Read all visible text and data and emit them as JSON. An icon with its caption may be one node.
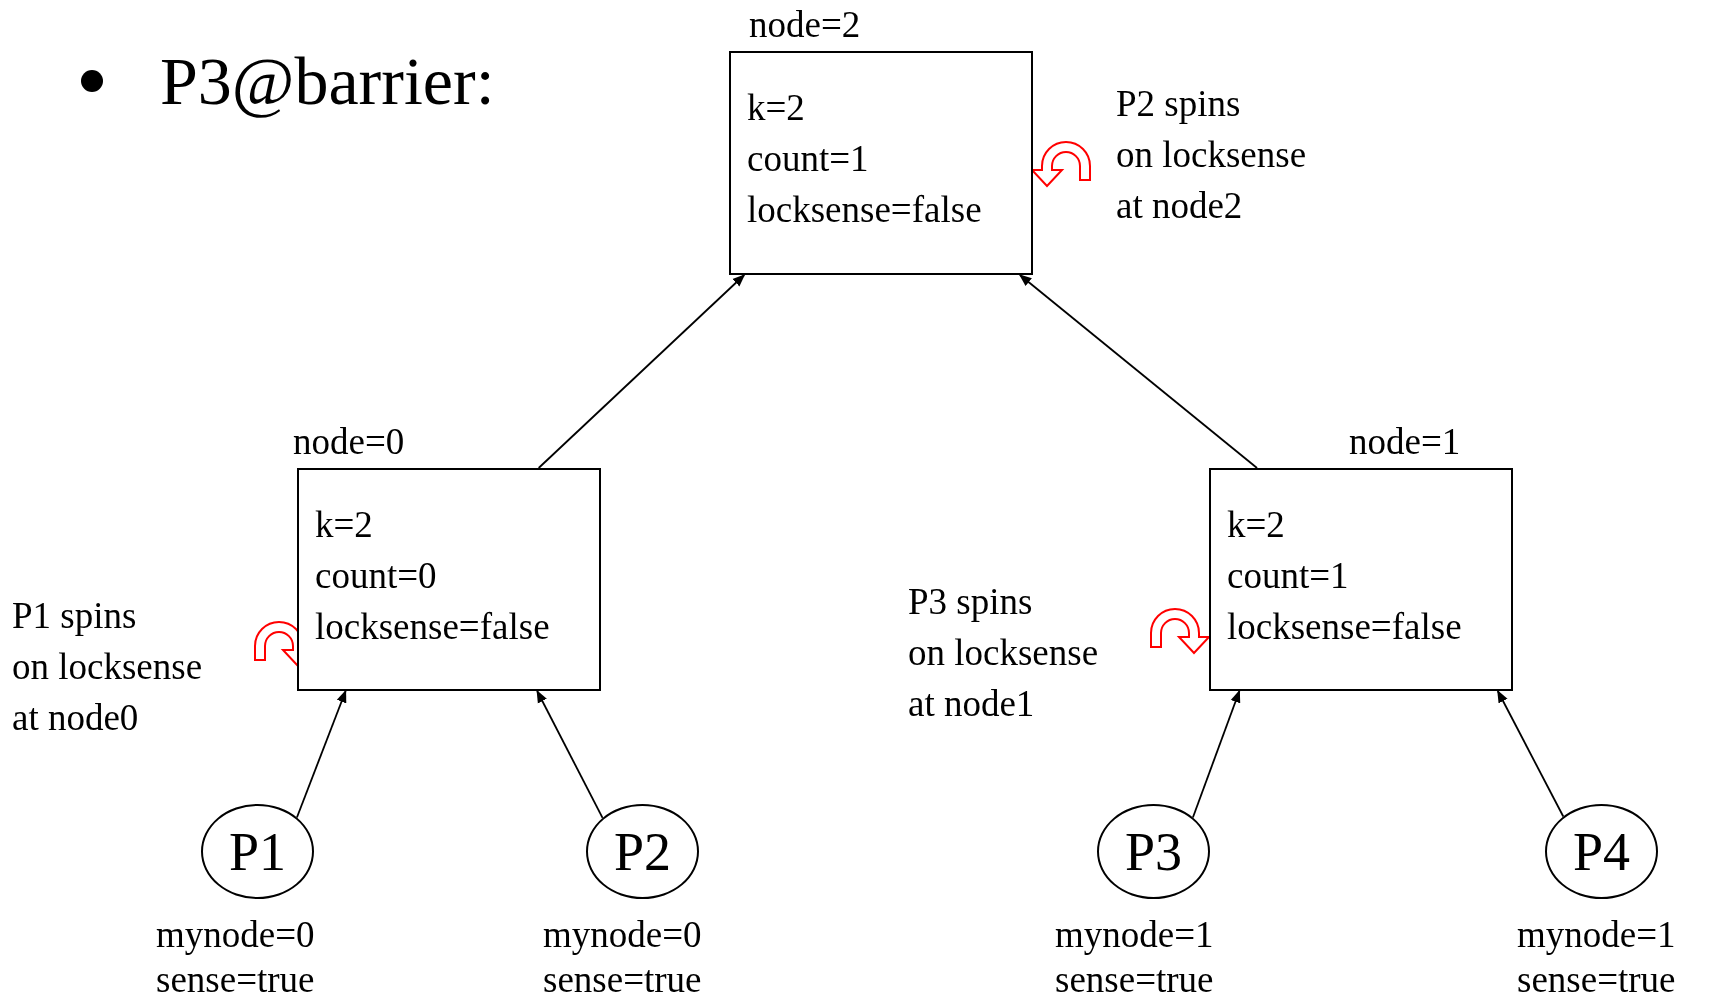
{
  "diagram": {
    "title": "P3@barrier:",
    "nodes": [
      {
        "text": [
          "node=2",
          "k=2",
          "count=1",
          "locksense=false"
        ]
      },
      {
        "text": [
          "node=0",
          "k=2",
          "count=0",
          "locksense=false"
        ]
      },
      {
        "text": [
          "node=1",
          "k=2",
          "count=1",
          "locksense=false"
        ]
      },
      {
        "text": [
          "P1"
        ],
        "beside": [
          "mynode=0",
          "sense=true"
        ]
      },
      {
        "text": [
          "P2"
        ],
        "beside": [
          "mynode=0",
          "sense=true"
        ]
      },
      {
        "text": [
          "P3"
        ],
        "beside": [
          "mynode=1",
          "sense=true"
        ]
      },
      {
        "text": [
          "P4"
        ],
        "beside": [
          "mynode=1",
          "sense=true"
        ]
      }
    ],
    "edges": [
      {
        "from": 1,
        "to": 0,
        "arrow": "to"
      },
      {
        "from": 2,
        "to": 0,
        "arrow": "to"
      },
      {
        "from": 3,
        "to": 1,
        "arrow": "to"
      },
      {
        "from": 4,
        "to": 1,
        "arrow": "to"
      },
      {
        "from": 5,
        "to": 2,
        "arrow": "to"
      },
      {
        "from": 6,
        "to": 2,
        "arrow": "to"
      }
    ],
    "labels": [
      "P2 spins on locksense at node2",
      "P1 spins on locksense at node0",
      "P3 spins on locksense at node1"
    ]
  }
}
